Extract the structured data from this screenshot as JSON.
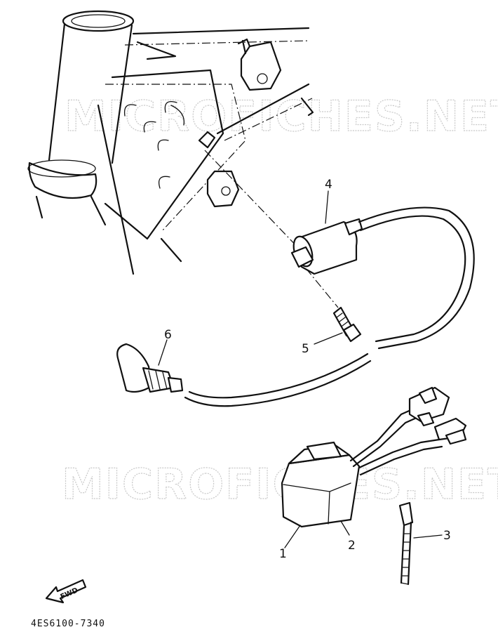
{
  "watermark": {
    "top": "MICROFICHES.NET",
    "bottom": "MICROFICHES.NET"
  },
  "callouts": {
    "part_1": "1",
    "part_2": "2",
    "part_3": "3",
    "part_4": "4",
    "part_5": "5",
    "part_6": "6"
  },
  "fwd_label": "FWD",
  "diagram_code": "4ES6100-7340"
}
